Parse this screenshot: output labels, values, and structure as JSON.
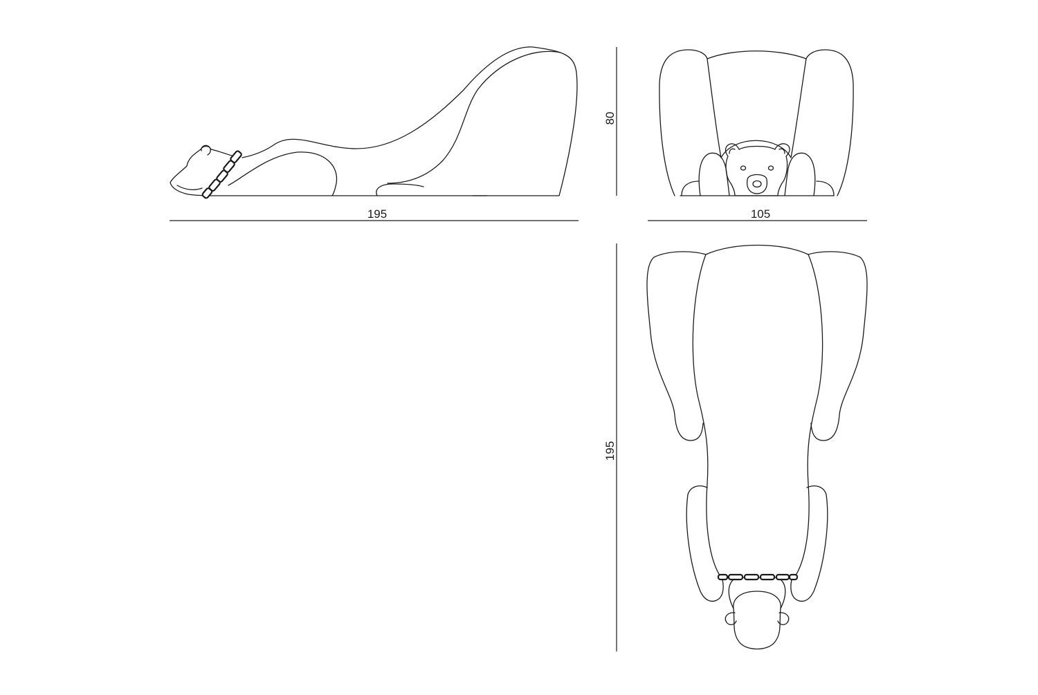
{
  "dimensions": {
    "side_length": "195",
    "front_width": "105",
    "front_height": "80",
    "top_length": "195"
  }
}
